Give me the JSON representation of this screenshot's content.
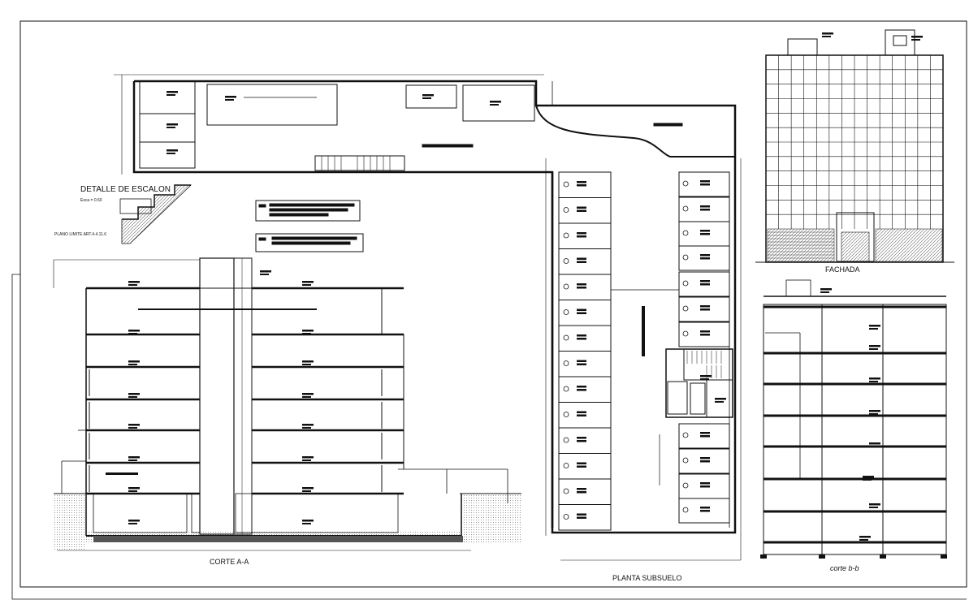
{
  "sheet": {
    "labels": {
      "detalle": "DETALLE DE ESCALON",
      "detalle_scale": "Esca = 0.50",
      "plano_limite": "PLANO LIMITE ART.4.4.11.6",
      "corte_aa": "CORTE A-A",
      "planta": "PLANTA SUBSUELO",
      "fachada": "FACHADA",
      "corte_bb": "corte b-b"
    },
    "colors": {
      "line": "#111111",
      "thin": "#444444",
      "hatch": "#666666",
      "ink": "#0a0a0a",
      "paper": "#ffffff"
    }
  }
}
